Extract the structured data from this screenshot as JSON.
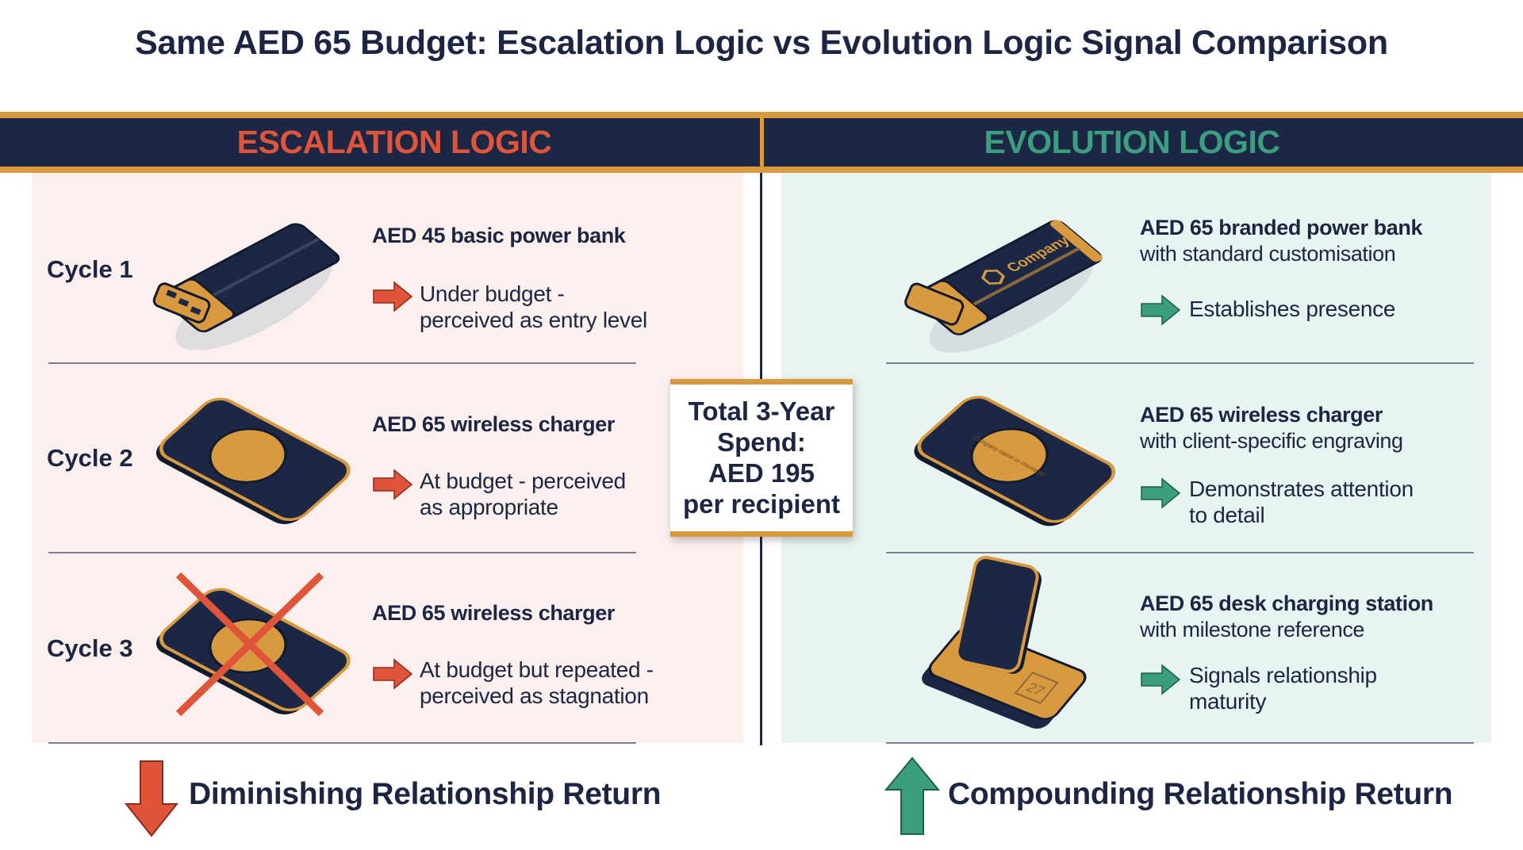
{
  "title": "Same AED 65 Budget: Escalation Logic vs Evolution Logic Signal Comparison",
  "colors": {
    "navy": "#1b2744",
    "gold": "#d9993f",
    "escalation": "#e0553a",
    "evolution": "#3a9e7f",
    "escalation_bg": "#fbf0ee",
    "evolution_bg": "#e8f4f2"
  },
  "escalation": {
    "header": "ESCALATION LOGIC",
    "rows": [
      {
        "cycle": "Cycle 1",
        "product": "AED 45 basic power bank",
        "device": "power-bank",
        "note_lines": [
          "Under budget -",
          "perceived as entry level"
        ]
      },
      {
        "cycle": "Cycle 2",
        "product": "AED 65 wireless charger",
        "device": "wireless-charger",
        "note_lines": [
          "At budget - perceived",
          "as appropriate"
        ]
      },
      {
        "cycle": "Cycle 3",
        "product": "AED 65 wireless charger",
        "device": "wireless-charger-crossed-out",
        "note_lines": [
          "At budget but repeated -",
          "perceived as stagnation"
        ]
      }
    ],
    "outcome": "Diminishing Relationship Return",
    "outcome_icon": "arrow-down-icon"
  },
  "evolution": {
    "header": "EVOLUTION LOGIC",
    "rows": [
      {
        "product": "AED 65 branded power bank",
        "detail": "with standard customisation",
        "device": "branded-power-bank",
        "device_text": "Company",
        "note_lines": [
          "Establishes presence"
        ]
      },
      {
        "product": "AED 65 wireless charger",
        "detail": "with client-specific engraving",
        "device": "engraved-wireless-charger",
        "device_text": "Company name or message",
        "note_lines": [
          "Demonstrates attention",
          "to detail"
        ]
      },
      {
        "product": "AED 65 desk charging station",
        "detail": "with milestone reference",
        "device": "desk-charging-station",
        "device_text": "27",
        "note_lines": [
          "Signals relationship",
          "maturity"
        ]
      }
    ],
    "outcome": "Compounding Relationship Return",
    "outcome_icon": "arrow-up-icon"
  },
  "total": {
    "lines": [
      "Total 3-Year",
      "Spend:",
      "AED 195",
      "per recipient"
    ]
  }
}
